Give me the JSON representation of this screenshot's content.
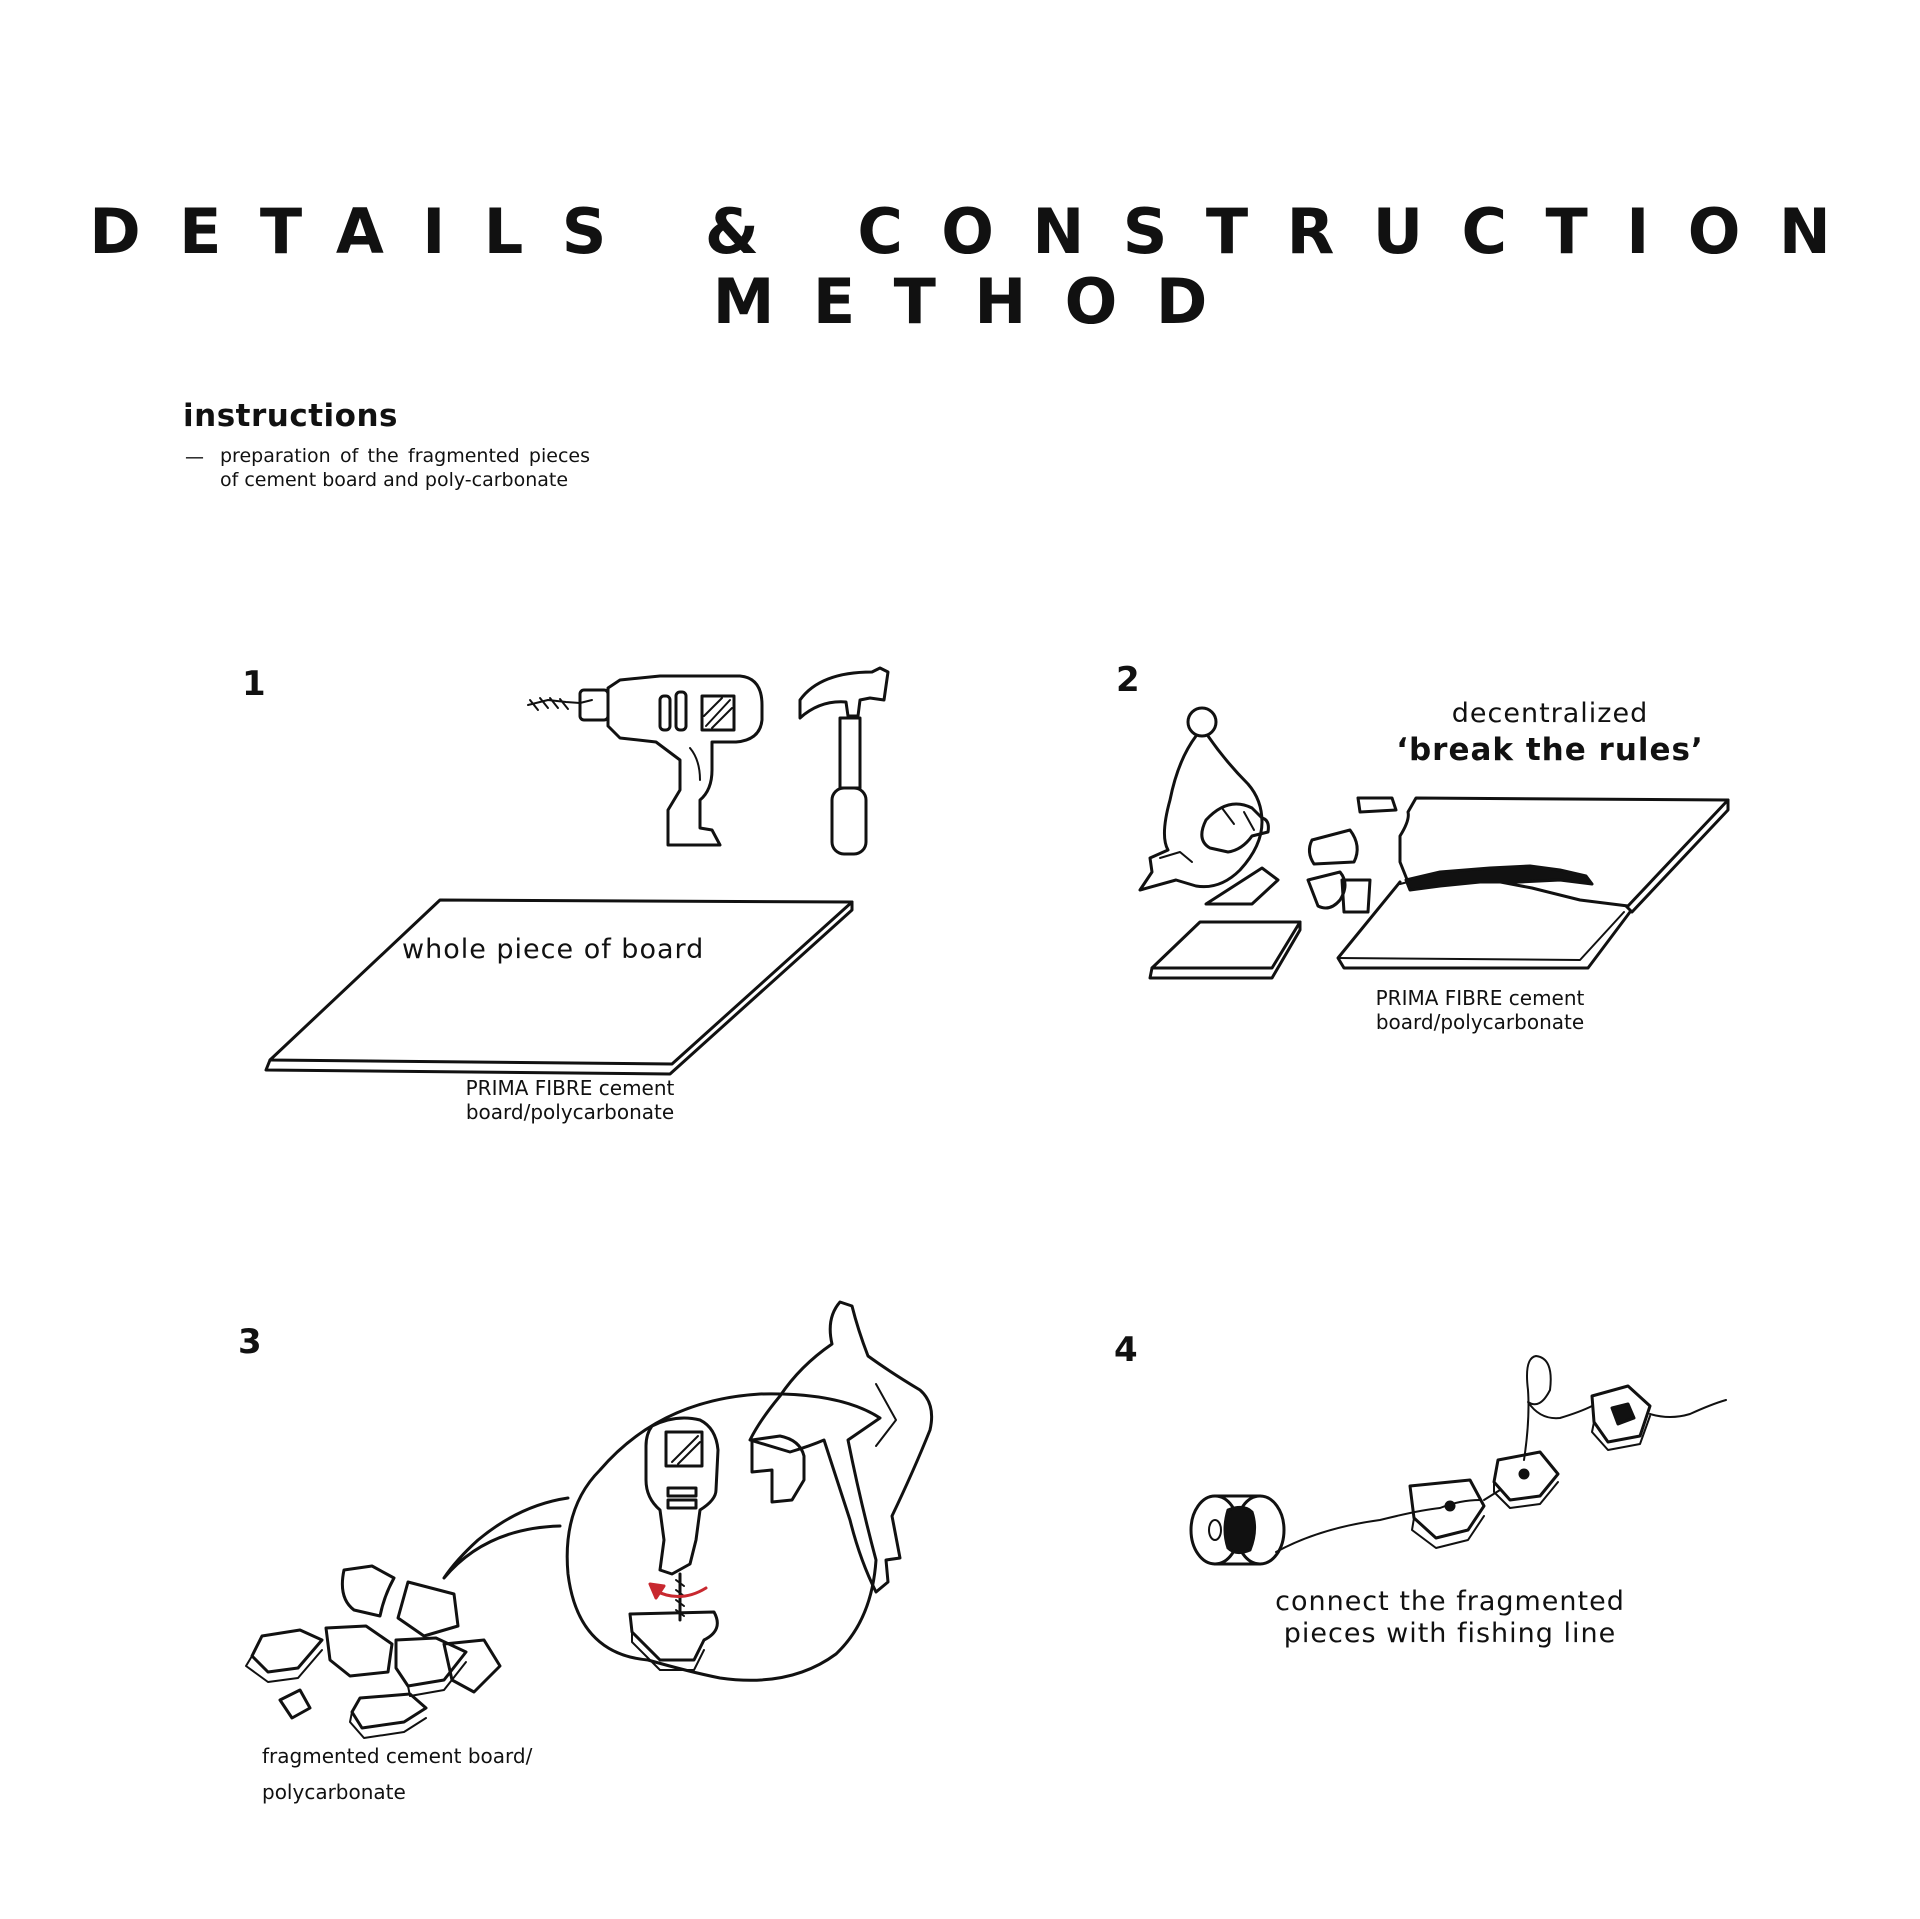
{
  "title": {
    "line1": "DETAILS & CONSTRUCTION",
    "line2": "METHOD"
  },
  "instructions": {
    "heading": "instructions",
    "dash": "—",
    "text": "preparation of the fragmented pieces of cement board and poly-carbonate"
  },
  "steps": [
    {
      "number": "1",
      "board_label": "whole piece of board",
      "material_label_1": "PRIMA FIBRE cement",
      "material_label_2": "board/polycarbonate"
    },
    {
      "number": "2",
      "caption_1": "decentralized",
      "caption_2": "‘break the rules’",
      "material_label_1": "PRIMA FIBRE cement",
      "material_label_2": "board/polycarbonate"
    },
    {
      "number": "3",
      "material_label_1": "fragmented cement board/",
      "material_label_2": "polycarbonate"
    },
    {
      "number": "4",
      "caption_1": "connect the fragmented",
      "caption_2": "pieces with fishing line"
    }
  ],
  "colors": {
    "ink": "#111111",
    "accent": "#c8282f",
    "background": "#ffffff"
  },
  "icons": [
    "drill-icon",
    "hammer-icon",
    "board-icon",
    "person-hammering-icon",
    "broken-board-icon",
    "person-drilling-icon",
    "fragments-icon",
    "spool-icon",
    "strung-fragments-icon"
  ]
}
